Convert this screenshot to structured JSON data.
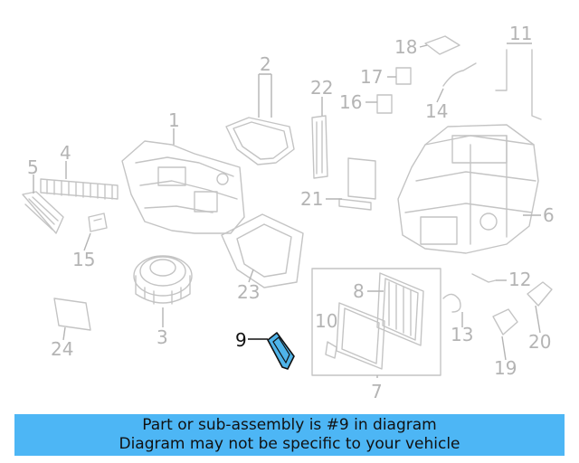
{
  "colors": {
    "banner_bg": "#4db6f5",
    "highlight_fill": "#4fb4ea",
    "part_stroke": "#c4c4c4",
    "callout_gray": "#b4b4b4",
    "callout_active": "#111111"
  },
  "diagram": {
    "highlighted_part": "9",
    "callouts": [
      "1",
      "2",
      "3",
      "4",
      "5",
      "6",
      "7",
      "8",
      "9",
      "10",
      "11",
      "12",
      "13",
      "14",
      "15",
      "16",
      "17",
      "18",
      "19",
      "20",
      "21",
      "22",
      "23",
      "24"
    ]
  },
  "banner": {
    "line1": "Part or sub-assembly is #9 in diagram",
    "line2": "Diagram may not be specific to your vehicle"
  }
}
